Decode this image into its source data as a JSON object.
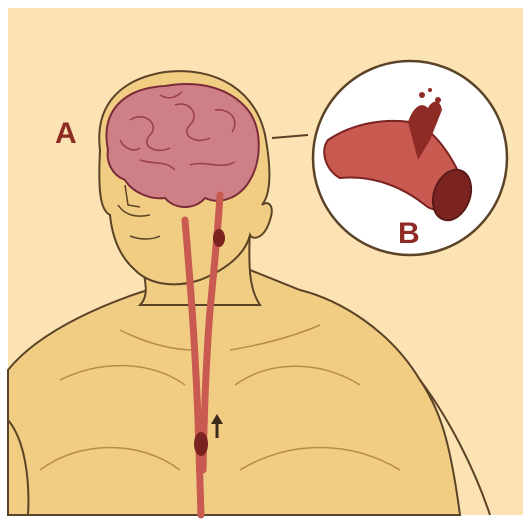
{
  "labels": {
    "a": "A",
    "b": "B"
  },
  "colors": {
    "background": "#fbe3b4",
    "skin": "#f1cd83",
    "skin_shadow": "#e3b564",
    "outline": "#5a4327",
    "brain": "#cf7f86",
    "brain_dark": "#9a3d4c",
    "vessel": "#c85a52",
    "vessel_dark": "#7a2320",
    "label": "#8e2b25",
    "inset_fill": "#ffffff"
  },
  "icons": [
    "brain-illustration",
    "blood-vessel-inset",
    "up-arrow-icon",
    "blood-clot-icon"
  ]
}
